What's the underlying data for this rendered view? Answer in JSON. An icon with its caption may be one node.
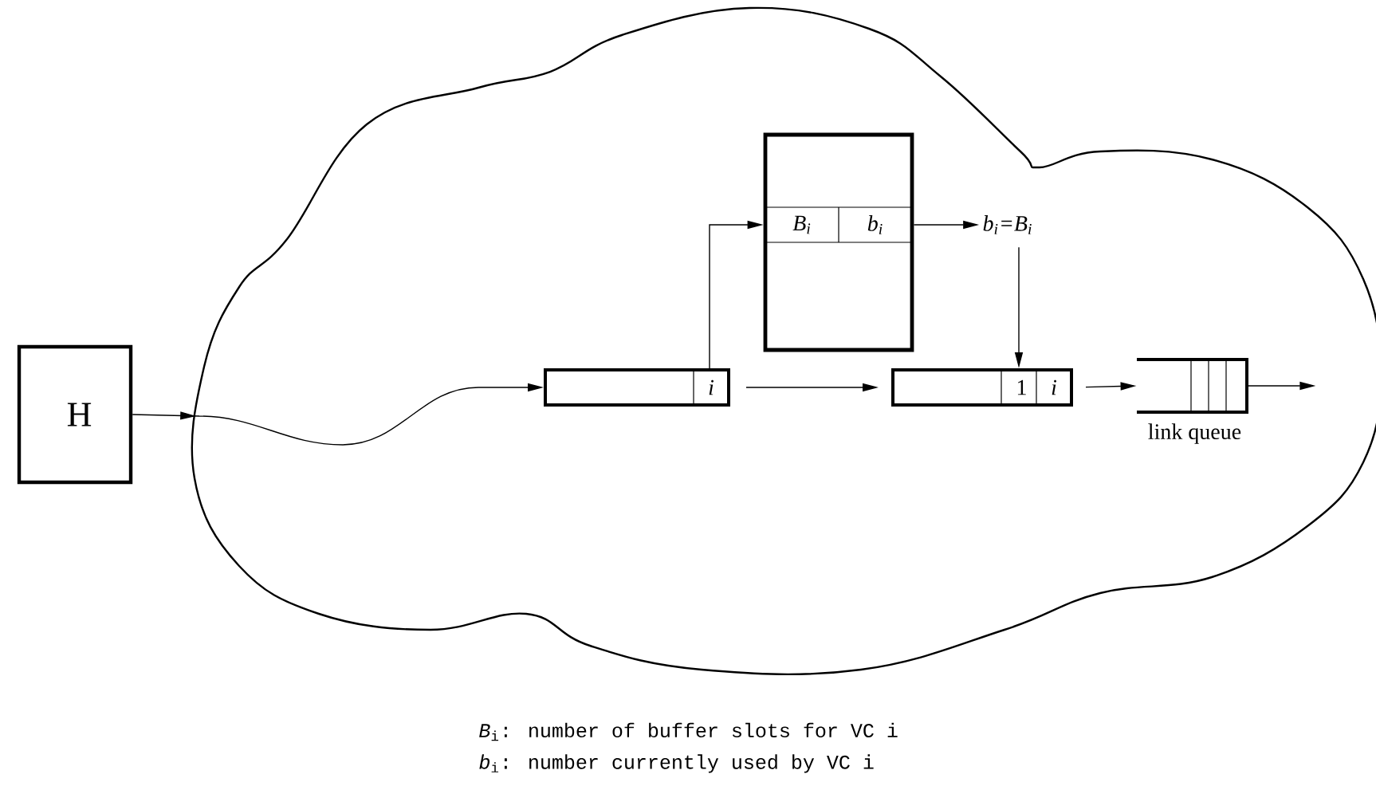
{
  "diagram": {
    "nodes": [
      {
        "text": [
          "H"
        ]
      },
      {
        "text": [],
        "shape": "cloud"
      },
      {
        "text": [
          "i"
        ],
        "in": 1
      },
      {
        "text": [
          "B$_{i}$",
          "b$_{i}$"
        ],
        "in": 1
      },
      {
        "text": [
          "b$_{i}$=B$_{i}$"
        ],
        "in": 1
      },
      {
        "text": [
          "1",
          "i"
        ],
        "in": 1
      },
      {
        "text": [
          "link queue"
        ],
        "in": 1
      }
    ],
    "edges": [
      {
        "from": 0,
        "to": 2,
        "arrow": "to"
      },
      {
        "from": 2,
        "to": 3,
        "arrow": "to"
      },
      {
        "from": 2,
        "to": 5,
        "arrow": "to"
      },
      {
        "from": 3,
        "to": 4,
        "arrow": "to"
      },
      {
        "from": 4,
        "to": 5,
        "arrow": "to"
      },
      {
        "from": 5,
        "to": 6,
        "arrow": "to"
      },
      {
        "from": 6,
        "to": null,
        "arrow": "to"
      }
    ],
    "labels": [
      "*B*$_{i}$: number of buffer slots for VC i",
      "*b*$_{i}$: number currently used by VC i"
    ]
  }
}
